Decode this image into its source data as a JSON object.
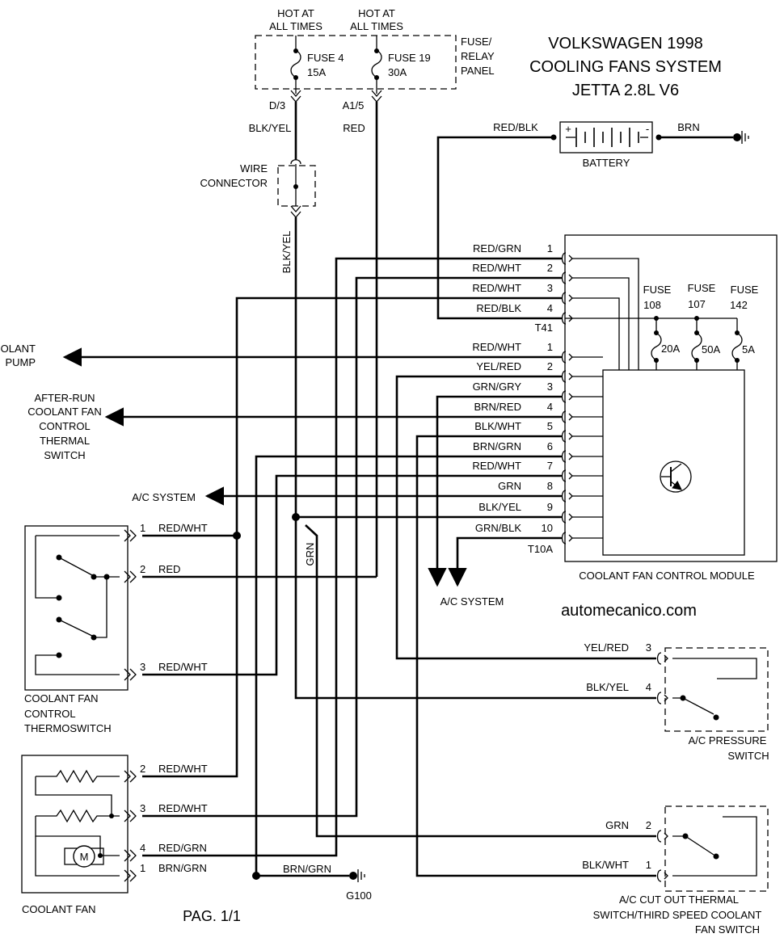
{
  "title": {
    "line1": "VOLKSWAGEN 1998",
    "line2": "COOLING FANS SYSTEM",
    "line3": "JETTA 2.8L V6"
  },
  "watermark": "automecanico.com",
  "page_label": "PAG. 1/1",
  "fuse_panel": {
    "hot1": [
      "HOT AT",
      "ALL TIMES"
    ],
    "hot2": [
      "HOT AT",
      "ALL TIMES"
    ],
    "name": [
      "FUSE/",
      "RELAY",
      "PANEL"
    ],
    "fuse4": [
      "FUSE 4",
      "15A"
    ],
    "fuse19": [
      "FUSE 19",
      "30A"
    ],
    "pin_d3": "D/3",
    "pin_a15": "A1/5"
  },
  "top_wires": {
    "blk_yel": "BLK/YEL",
    "red": "RED",
    "blk_yel_vertical": "BLK/YEL"
  },
  "wire_connector": [
    "WIRE",
    "CONNECTOR"
  ],
  "battery": {
    "name": "BATTERY",
    "in_wire": "RED/BLK",
    "out_wire": "BRN",
    "plus": "+",
    "minus": "-"
  },
  "module": {
    "name": "COOLANT FAN CONTROL MODULE",
    "connector_t41": "T41",
    "connector_t10a": "T10A",
    "fuses": [
      {
        "name": "FUSE",
        "num": "108",
        "amp": "20A"
      },
      {
        "name": "FUSE",
        "num": "107",
        "amp": "50A"
      },
      {
        "name": "FUSE",
        "num": "142",
        "amp": "5A"
      }
    ],
    "t41_pins": [
      {
        "wire": "RED/GRN",
        "pin": "1"
      },
      {
        "wire": "RED/WHT",
        "pin": "2"
      },
      {
        "wire": "RED/WHT",
        "pin": "3"
      },
      {
        "wire": "RED/BLK",
        "pin": "4"
      }
    ],
    "t10a_pins": [
      {
        "wire": "RED/WHT",
        "pin": "1"
      },
      {
        "wire": "YEL/RED",
        "pin": "2"
      },
      {
        "wire": "GRN/GRY",
        "pin": "3"
      },
      {
        "wire": "BRN/RED",
        "pin": "4"
      },
      {
        "wire": "BLK/WHT",
        "pin": "5"
      },
      {
        "wire": "BRN/GRN",
        "pin": "6"
      },
      {
        "wire": "RED/WHT",
        "pin": "7"
      },
      {
        "wire": "GRN",
        "pin": "8"
      },
      {
        "wire": "BLK/YEL",
        "pin": "9"
      },
      {
        "wire": "GRN/BLK",
        "pin": "10"
      }
    ]
  },
  "outputs": {
    "coolant_pump": [
      "COOLANT",
      "PUMP"
    ],
    "after_run": [
      "AFTER-RUN",
      "COOLANT FAN",
      "CONTROL",
      "THERMAL",
      "SWITCH"
    ],
    "ac_system_left": "A/C SYSTEM",
    "ac_system_bottom": "A/C SYSTEM"
  },
  "thermoswitch": {
    "name": [
      "COOLANT FAN",
      "CONTROL",
      "THERMOSWITCH"
    ],
    "pins": [
      {
        "pin": "1",
        "wire": "RED/WHT"
      },
      {
        "pin": "2",
        "wire": "RED"
      },
      {
        "pin": "3",
        "wire": "RED/WHT"
      }
    ]
  },
  "coolant_fan": {
    "name": "COOLANT FAN",
    "motor": "M",
    "pins": [
      {
        "pin": "2",
        "wire": "RED/WHT"
      },
      {
        "pin": "3",
        "wire": "RED/WHT"
      },
      {
        "pin": "4",
        "wire": "RED/GRN"
      },
      {
        "pin": "1",
        "wire": "BRN/GRN"
      }
    ],
    "ground_wire": "BRN/GRN",
    "ground": "G100"
  },
  "grn_vertical": "GRN",
  "ac_pressure_switch": {
    "name": [
      "A/C PRESSURE",
      "SWITCH"
    ],
    "pins": [
      {
        "wire": "YEL/RED",
        "pin": "3"
      },
      {
        "wire": "BLK/YEL",
        "pin": "4"
      }
    ]
  },
  "ac_cutout_switch": {
    "name": [
      "A/C CUT OUT THERMAL",
      "SWITCH/THIRD SPEED COOLANT",
      "FAN SWITCH"
    ],
    "pins": [
      {
        "wire": "GRN",
        "pin": "2"
      },
      {
        "wire": "BLK/WHT",
        "pin": "1"
      }
    ]
  }
}
